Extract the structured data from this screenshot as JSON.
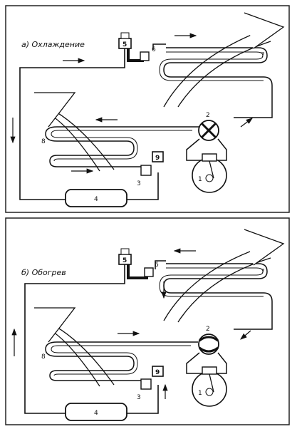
{
  "panels": [
    {
      "caption": "а) Охлаждение",
      "labels": {
        "n1": "1",
        "n2": "2",
        "n3": "3",
        "n4": "4",
        "n5": "5",
        "n6": "6",
        "n7": "7",
        "n8": "8",
        "n9": "9"
      }
    },
    {
      "caption": "б) Обогрев",
      "labels": {
        "n1": "1",
        "n2": "2",
        "n3": "3",
        "n4": "4",
        "n5": "5",
        "n6": "6",
        "n7": "7",
        "n8": "8",
        "n9": "9"
      }
    }
  ],
  "colors": {
    "ink": "#111111",
    "paper": "#ffffff",
    "border": "#222222"
  }
}
